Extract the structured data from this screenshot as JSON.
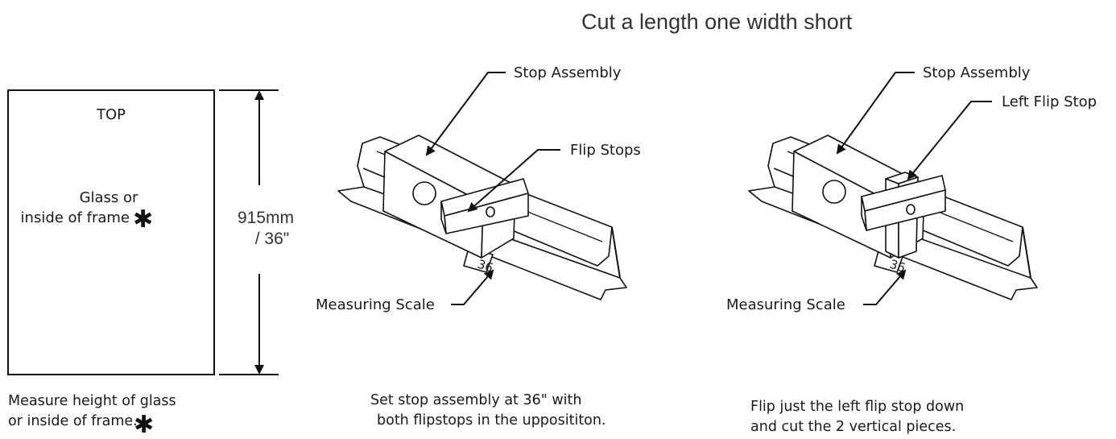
{
  "heading": "Cut a length one width short",
  "panel_frame": {
    "top_label": "TOP",
    "center_line1": "Glass or",
    "center_line2": "inside of frame",
    "asterisk": "✱",
    "dimension_line1": "915mm",
    "dimension_line2": "/ 36\"",
    "caption_line1": "Measure height of glass",
    "caption_line2": "or inside of frame."
  },
  "panel_set": {
    "stop_assembly": "Stop Assembly",
    "flip_stops": "Flip Stops",
    "measuring_scale": "Measuring Scale",
    "scale_mark": "36",
    "caption_line1": "Set stop assembly at 36\" with",
    "caption_line2": "both flipstops in the upposititon."
  },
  "panel_flip": {
    "stop_assembly": "Stop Assembly",
    "left_flip_stop": "Left Flip Stop",
    "measuring_scale": "Measuring Scale",
    "scale_mark": "36",
    "caption_line1": "Flip just the left flip stop down",
    "caption_line2": "and cut the 2 vertical pieces."
  }
}
